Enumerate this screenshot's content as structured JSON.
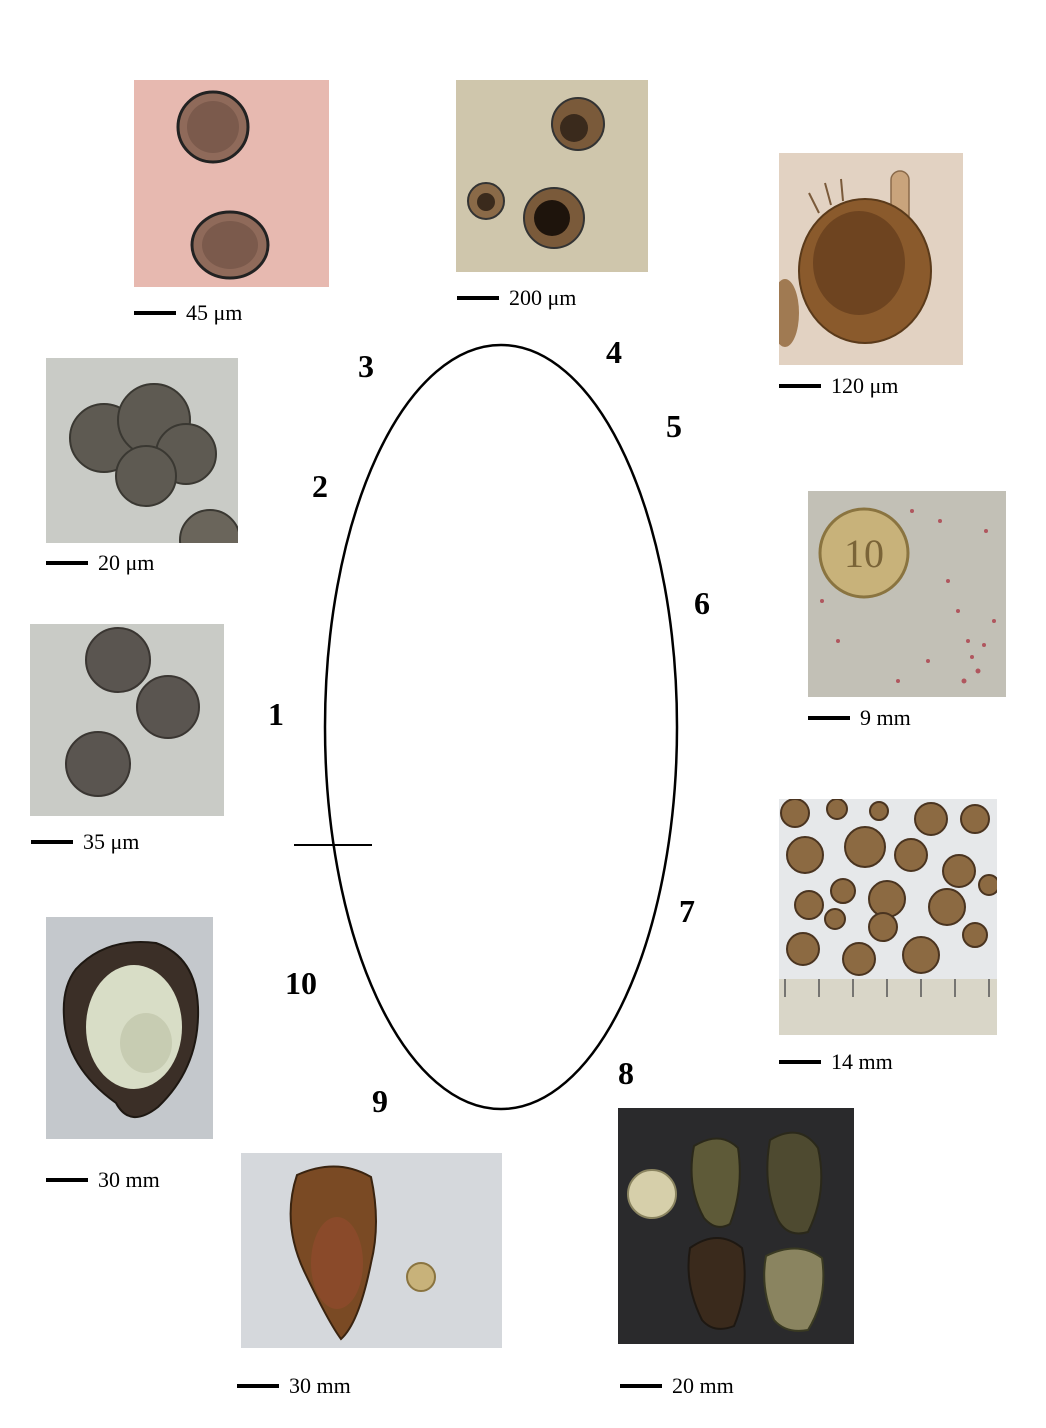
{
  "stages": [
    {
      "number": "1",
      "scale": "35 μm"
    },
    {
      "number": "2",
      "scale": "20 μm"
    },
    {
      "number": "3",
      "scale": "45 μm"
    },
    {
      "number": "4",
      "scale": "200 μm"
    },
    {
      "number": "5",
      "scale": "120 μm"
    },
    {
      "number": "6",
      "scale": "9 mm"
    },
    {
      "number": "7",
      "scale": "14 mm"
    },
    {
      "number": "8",
      "scale": "20 mm"
    },
    {
      "number": "9",
      "scale": "30 mm"
    },
    {
      "number": "10",
      "scale": "30 mm"
    }
  ],
  "colors": {
    "stroke": "#000000",
    "micro_bg_grey": "#c9cbc6",
    "micro_bg_pink": "#e7b9b0",
    "micro_bg_tan": "#cfc6ac",
    "shell_dark": "#3b2f27",
    "ruler": "#d9d6c8"
  },
  "icons": [
    "oyster-life-cycle-ellipse",
    "cycle-start-tick"
  ]
}
